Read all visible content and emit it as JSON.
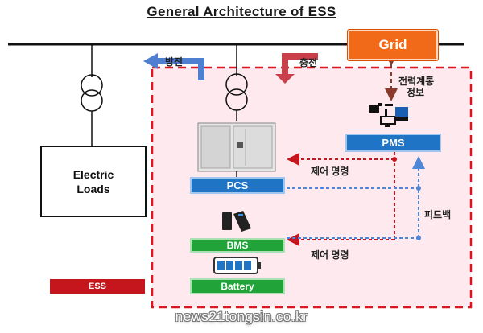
{
  "title": "General Architecture of ESS",
  "nodes": {
    "grid": "Grid",
    "electric_loads_line1": "Electric",
    "electric_loads_line2": "Loads",
    "pms": "PMS",
    "pcs": "PCS",
    "bms": "BMS",
    "battery": "Battery",
    "ess_legend": "ESS"
  },
  "labels": {
    "discharge": "방전",
    "charge": "충전",
    "grid_info_line1": "전력계통",
    "grid_info_line2": "정보",
    "control_command_top": "제어 명령",
    "control_command_bottom": "제어 명령",
    "feedback": "피드백"
  },
  "watermark": "news21tongsin.co.kr",
  "colors": {
    "grid": "#f06a1a",
    "pms_pcs": "#1f74c5",
    "bms_battery": "#21a33a",
    "ess_boundary": "#e0141e",
    "ess_fill": "#fde9ee",
    "discharge_arrow": "#4f7fd0",
    "charge_arrow": "#c9404b",
    "control_line": "#c4161c",
    "feedback_line": "#4f86d6"
  }
}
